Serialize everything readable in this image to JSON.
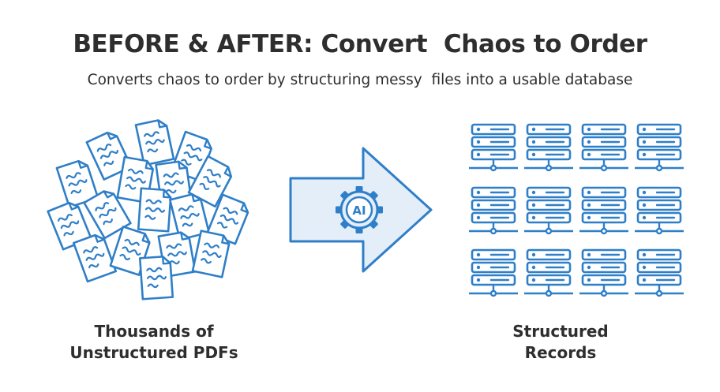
{
  "header": {
    "title": "BEFORE & AFTER: Convert  Chaos to Order",
    "subtitle": "Converts chaos to order by structuring messy  files into a usable database"
  },
  "left": {
    "caption_line1": "Thousands of",
    "caption_line2": "Unstructured PDFs"
  },
  "center": {
    "badge_text": "AI",
    "icon": "gear-ai-icon"
  },
  "right": {
    "caption_line1": "Structured",
    "caption_line2": "Records",
    "icon": "database-server-icon",
    "grid_rows": 3,
    "grid_cols": 4
  },
  "colors": {
    "accent": "#2f7fc8",
    "accent_fill": "#e3eef9",
    "text": "#2e2e2e"
  }
}
